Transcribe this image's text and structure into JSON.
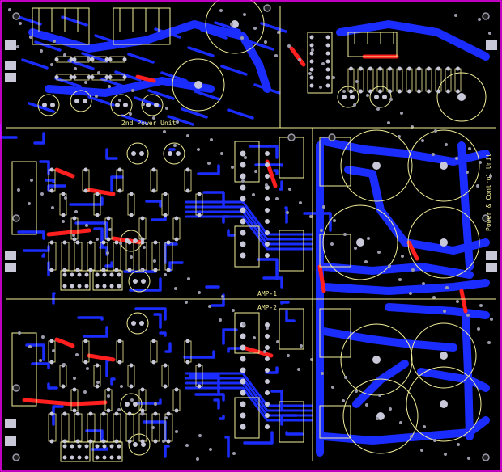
{
  "board": {
    "colors": {
      "background": "#000000",
      "outline": "#ff00ff",
      "silkscreen": "#f4f09a",
      "trace_bottom": "#1b2cff",
      "trace_top": "#ff1f1f",
      "pad": "#c8c8d8",
      "via": "#9a9aaa"
    },
    "sections": {
      "power2": "2nd Power Unit",
      "amp1": "AMP-1",
      "amp2": "AMP-2",
      "control": "Power & Control Unit"
    }
  }
}
